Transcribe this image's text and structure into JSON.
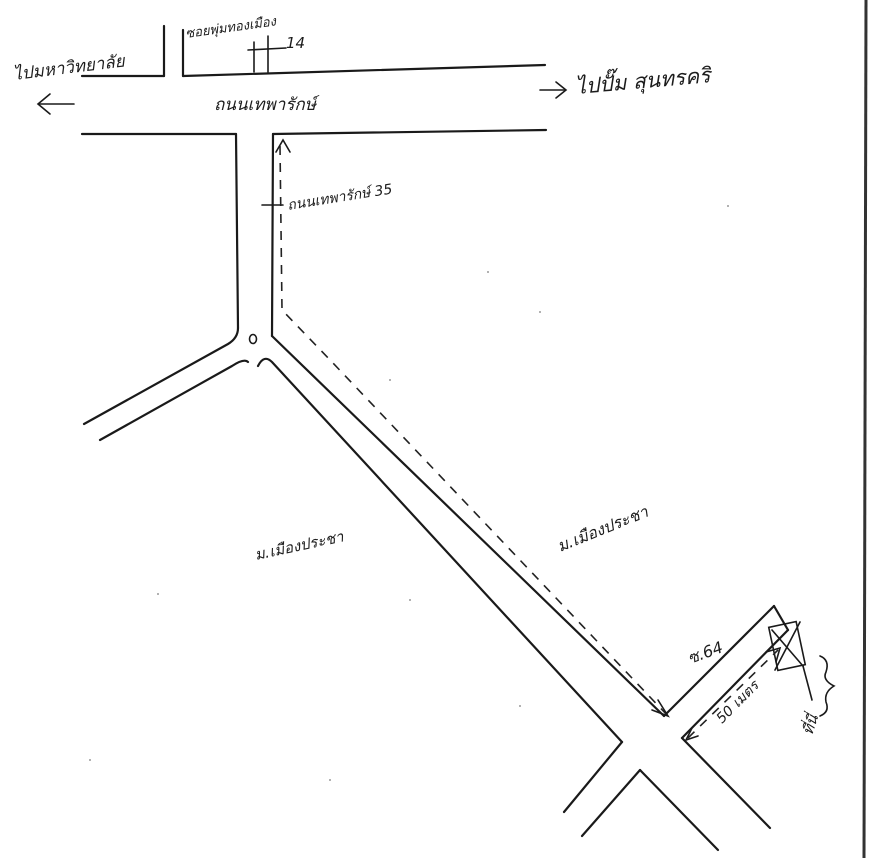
{
  "map": {
    "labels": {
      "to_left": "ไปมหาวิทยาลัย",
      "to_right": "ไปปั๊ม สุนทรคริ",
      "main_road": "ถนนเทพารักษ์",
      "top_soi_marker": "ซอยพุ่มทองเมือง",
      "top_soi_number": "14",
      "side_soi": "ถนนเทพารักษ์ 35",
      "village_left": "ม.เมืองประชา",
      "village_right": "ม.เมืองประชา",
      "soi_number": "ซ.64",
      "distance": "50 เมตร",
      "destination": "ที่นี่"
    }
  }
}
